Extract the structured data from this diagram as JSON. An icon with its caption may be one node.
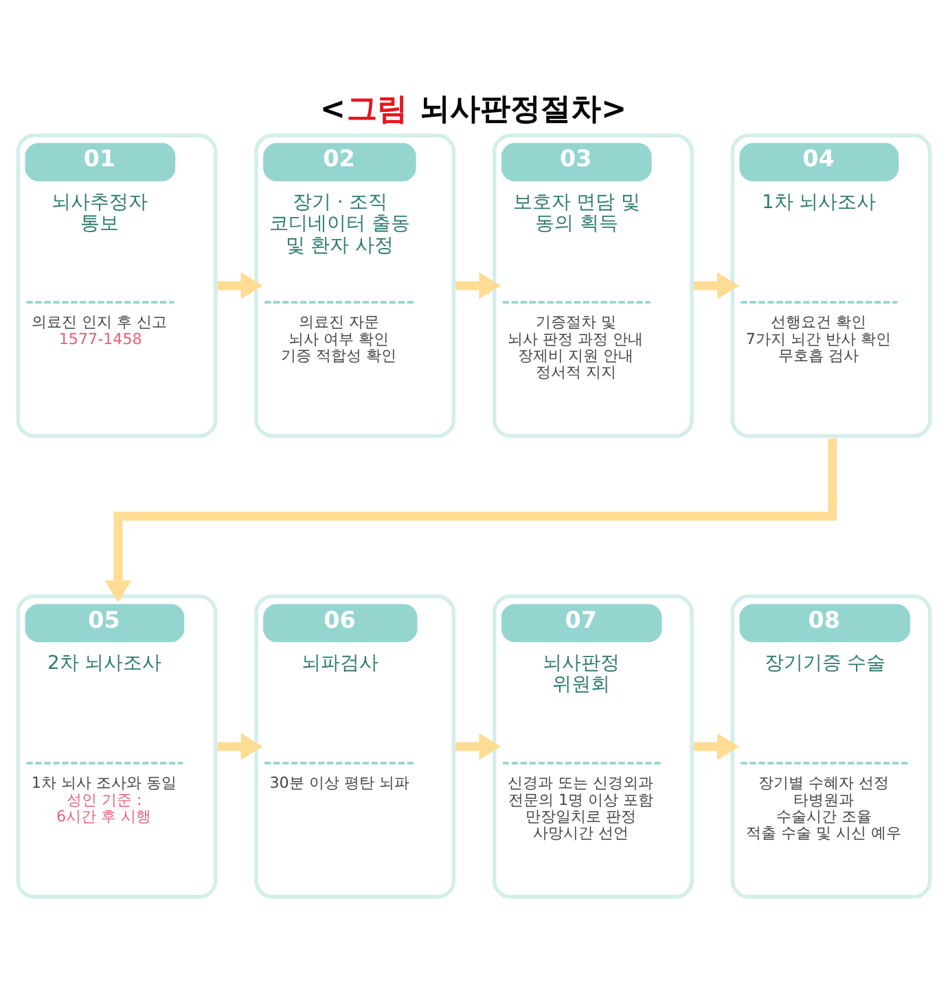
{
  "diagram": {
    "title": "<그림 뇌사판정절차>",
    "nodes": [
      {
        "text": [
          "01",
          "뇌사추정자 통보",
          "의료진 인지 후 신고",
          "1577-1458"
        ]
      },
      {
        "text": [
          "02",
          "장기 · 조직 코디네이터 출동 및 환자 사정",
          "의료진 자문",
          "뇌사 여부 확인",
          "기증 적합성 확인"
        ]
      },
      {
        "text": [
          "03",
          "보호자 면담 및 동의 획득",
          "기증절차 및 뇌사 판정 과정 안내",
          "장제비 지원 안내",
          "정서적 지지"
        ]
      },
      {
        "text": [
          "04",
          "1차 뇌사조사",
          "선행요건 확인",
          "7가지 뇌간 반사 확인",
          "무호흡 검사"
        ]
      },
      {
        "text": [
          "05",
          "2차 뇌사조사",
          "1차 뇌사 조사와 동일",
          "성인 기준 : 6시간 후 시행"
        ]
      },
      {
        "text": [
          "06",
          "뇌파검사",
          "30분 이상 평탄 뇌파"
        ]
      },
      {
        "text": [
          "07",
          "뇌사판정 위원회",
          "신경과 또는 신경외과 전문의 1명 이상 포함",
          "만장일치로 판정",
          "사망시간 선언"
        ]
      },
      {
        "text": [
          "08",
          "장기기증 수술",
          "장기별 수혜자 선정",
          "타병원과 수술시간 조율",
          "적출 수술 및 시신 예우"
        ]
      }
    ],
    "edges": [
      {
        "from": 0,
        "to": 1,
        "arrow": "to"
      },
      {
        "from": 1,
        "to": 2,
        "arrow": "to"
      },
      {
        "from": 2,
        "to": 3,
        "arrow": "to"
      },
      {
        "from": 3,
        "to": 4,
        "arrow": "to"
      },
      {
        "from": 4,
        "to": 5,
        "arrow": "to"
      },
      {
        "from": 5,
        "to": 6,
        "arrow": "to"
      },
      {
        "from": 6,
        "to": 7,
        "arrow": "to"
      }
    ]
  }
}
